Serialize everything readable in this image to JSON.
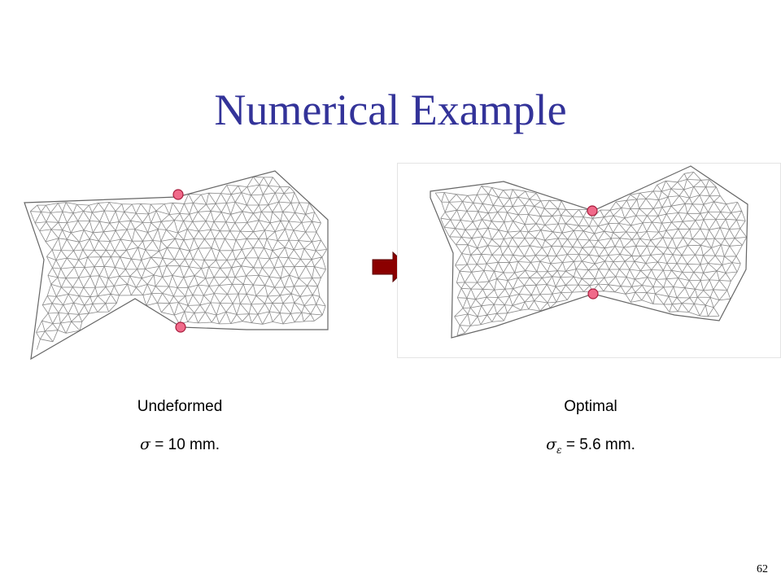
{
  "slide": {
    "title": "Numerical Example",
    "page_number": "62"
  },
  "left": {
    "label": "Undeformed",
    "sigma_symbol": "σ",
    "sigma_text": " = 10 mm."
  },
  "right": {
    "label": "Optimal",
    "sigma_symbol": "σ",
    "sigma_subscript": "ε",
    "sigma_text": " = 5.6 mm."
  },
  "colors": {
    "title": "#333399",
    "mesh_stroke": "#8a8a8a",
    "marker_fill": "#f06a8a",
    "marker_stroke": "#a81c3c",
    "arrow_fill": "#8b0000"
  }
}
